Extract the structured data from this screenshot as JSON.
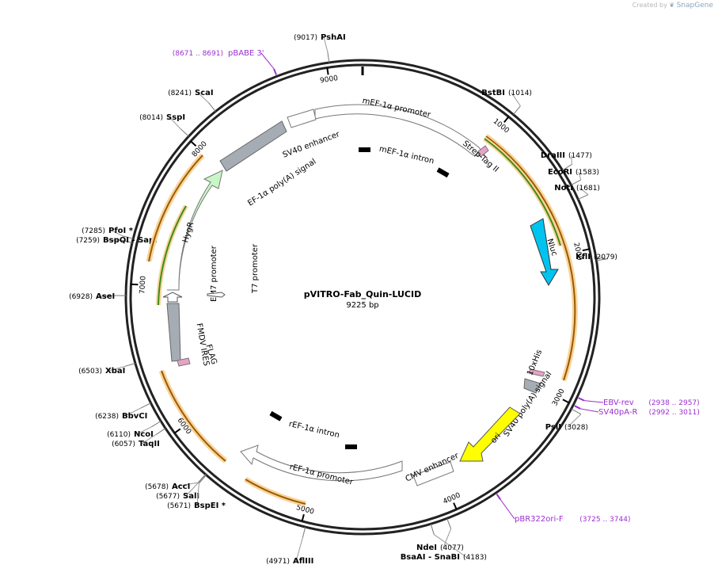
{
  "credit": {
    "prefix": "Created by",
    "brand": "SnapGene"
  },
  "plasmid": {
    "name": "pVITRO-Fab_Quin-LUCID",
    "length_label": "9225 bp",
    "length": 9225
  },
  "ticks": [
    {
      "bp": 1000,
      "label": "1000"
    },
    {
      "bp": 2000,
      "label": "2000"
    },
    {
      "bp": 3000,
      "label": "3000"
    },
    {
      "bp": 4000,
      "label": "4000"
    },
    {
      "bp": 5000,
      "label": "5000"
    },
    {
      "bp": 6000,
      "label": "6000"
    },
    {
      "bp": 7000,
      "label": "7000"
    },
    {
      "bp": 8000,
      "label": "8000"
    },
    {
      "bp": 9000,
      "label": "9000"
    }
  ],
  "sites": [
    {
      "name": "PshAI",
      "pos": "(9017)",
      "bp": 9017
    },
    {
      "name": "ScaI",
      "pos": "(8241)",
      "bp": 8241
    },
    {
      "name": "SspI",
      "pos": "(8014)",
      "bp": 8014
    },
    {
      "name": "PfoI *",
      "pos": "(7285)",
      "bp": 7285
    },
    {
      "name": "BspQI  - SapI",
      "pos": "(7259)",
      "bp": 7259
    },
    {
      "name": "AseI",
      "pos": "(6928)",
      "bp": 6928
    },
    {
      "name": "XbaI",
      "pos": "(6503)",
      "bp": 6503
    },
    {
      "name": "BbvCI",
      "pos": "(6238)",
      "bp": 6238
    },
    {
      "name": "NcoI",
      "pos": "(6110)",
      "bp": 6110
    },
    {
      "name": "TaqII",
      "pos": "(6057)",
      "bp": 6057
    },
    {
      "name": "AccI",
      "pos": "(5678)",
      "bp": 5678
    },
    {
      "name": "SalI",
      "pos": "(5677)",
      "bp": 5677
    },
    {
      "name": "BspEI *",
      "pos": "(5671)",
      "bp": 5671
    },
    {
      "name": "AflIII",
      "pos": "(4971)",
      "bp": 4971
    },
    {
      "name": "BsaAI  - SnaBI",
      "pos": "(4183)",
      "bp": 4183
    },
    {
      "name": "NdeI",
      "pos": "(4077)",
      "bp": 4077
    },
    {
      "name": "PsiI",
      "pos": "(3028)",
      "bp": 3028
    },
    {
      "name": "KflI",
      "pos": "(2079)",
      "bp": 2079
    },
    {
      "name": "NotI",
      "pos": "(1681)",
      "bp": 1681
    },
    {
      "name": "EcoRI",
      "pos": "(1583)",
      "bp": 1583
    },
    {
      "name": "DraIII",
      "pos": "(1477)",
      "bp": 1477
    },
    {
      "name": "BstBI",
      "pos": "(1014)",
      "bp": 1014
    }
  ],
  "primers": [
    {
      "name": "pBABE 3'",
      "pos": "(8671 .. 8691)",
      "bp": 8681
    },
    {
      "name": "EBV-rev",
      "pos": "(2938 .. 2957)",
      "bp": 2947
    },
    {
      "name": "SV40pA-R",
      "pos": "(2992 .. 3011)",
      "bp": 3001
    },
    {
      "name": "pBR322ori-F",
      "pos": "(3725 .. 3744)",
      "bp": 3734
    }
  ],
  "features": [
    {
      "label": "mEF-1α promoter",
      "color": "#ffffff"
    },
    {
      "label": "mEF-1α intron",
      "color": "#000000"
    },
    {
      "label": "Strep-Tag II",
      "color": "#e7a3c5"
    },
    {
      "label": "SV40 enhancer",
      "color": "#ffffff"
    },
    {
      "label": "EF-1α poly(A) signal",
      "color": "#a6acb3"
    },
    {
      "label": "Nluc",
      "color": "#00c4ef"
    },
    {
      "label": "10xHis",
      "color": "#e7a3c5"
    },
    {
      "label": "SV40 poly(A) signal",
      "color": "#a6acb3"
    },
    {
      "label": "ori",
      "color": "#ffff00"
    },
    {
      "label": "CMV enhancer",
      "color": "#ffffff"
    },
    {
      "label": "rEF-1α promoter",
      "color": "#ffffff"
    },
    {
      "label": "rEF-1α intron",
      "color": "#000000"
    },
    {
      "label": "HygR",
      "color": "#c8f7c5"
    },
    {
      "label": "EM7 promoter",
      "color": "#ffffff"
    },
    {
      "label": "T7 promoter",
      "color": "#ffffff"
    },
    {
      "label": "FMDV IRES",
      "color": "#a6acb3"
    },
    {
      "label": "FLAG",
      "color": "#e7a3c5"
    }
  ],
  "orf_color": "#f5a623",
  "orf_inner_color": "#3d8c1a",
  "backbone_color": "#222222"
}
